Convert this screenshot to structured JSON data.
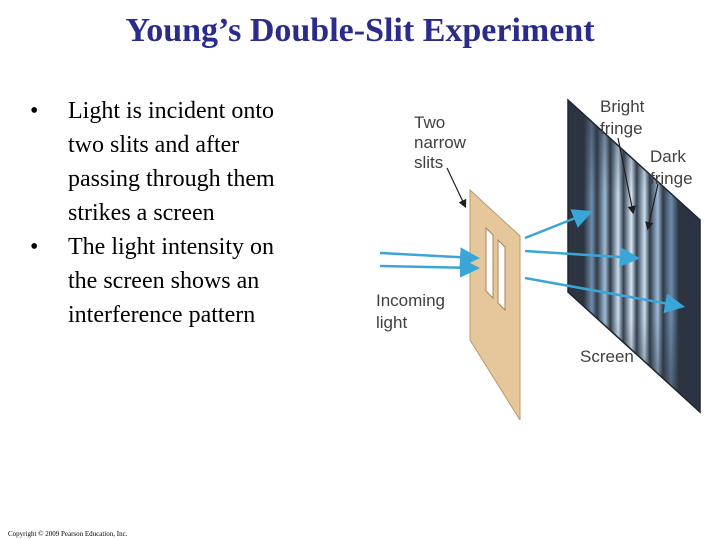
{
  "title": "Young’s Double-Slit Experiment",
  "bullets": [
    {
      "symbol": "•",
      "lines": [
        "Light is incident onto",
        "two slits and after",
        "passing through them",
        "strikes a screen"
      ]
    },
    {
      "symbol": "•",
      "lines": [
        "The light intensity on",
        "the screen shows an",
        "interference pattern"
      ]
    }
  ],
  "diagram": {
    "labels": {
      "two_narrow_slits": [
        "Two",
        "narrow",
        "slits"
      ],
      "bright_fringe": [
        "Bright",
        "fringe"
      ],
      "dark_fringe": [
        "Dark",
        "fringe"
      ],
      "incoming_light": [
        "Incoming",
        "light"
      ],
      "screen": "Screen"
    },
    "colors": {
      "screen_dark": "#2b3440",
      "fringe_light": "#c9def0",
      "barrier": "#e6c79c",
      "arrow": "#3aa6d8"
    }
  },
  "copyright": "Copyright © 2009 Pearson Education, Inc."
}
